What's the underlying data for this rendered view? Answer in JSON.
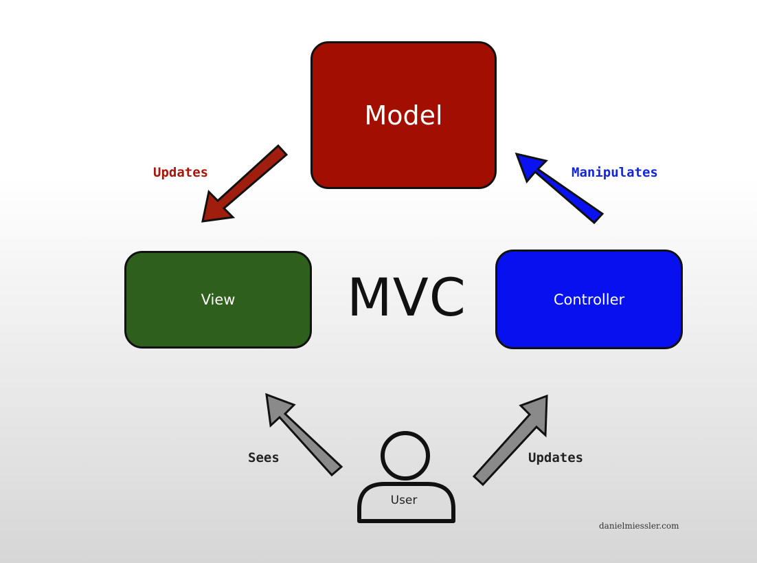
{
  "title": "MVC",
  "nodes": {
    "model": "Model",
    "view": "View",
    "controller": "Controller",
    "user": "User"
  },
  "edges": {
    "model_to_view": "Updates",
    "controller_to_model": "Manipulates",
    "user_to_view": "Sees",
    "user_to_controller": "Updates"
  },
  "colors": {
    "model": "#a20e00",
    "view": "#2f5f1c",
    "controller": "#0711f0",
    "arrow_updates": "#a01e0e",
    "arrow_manipulates": "#0a12f2",
    "arrow_user": "#8a8a8a"
  },
  "credit": "danielmiessler.com"
}
